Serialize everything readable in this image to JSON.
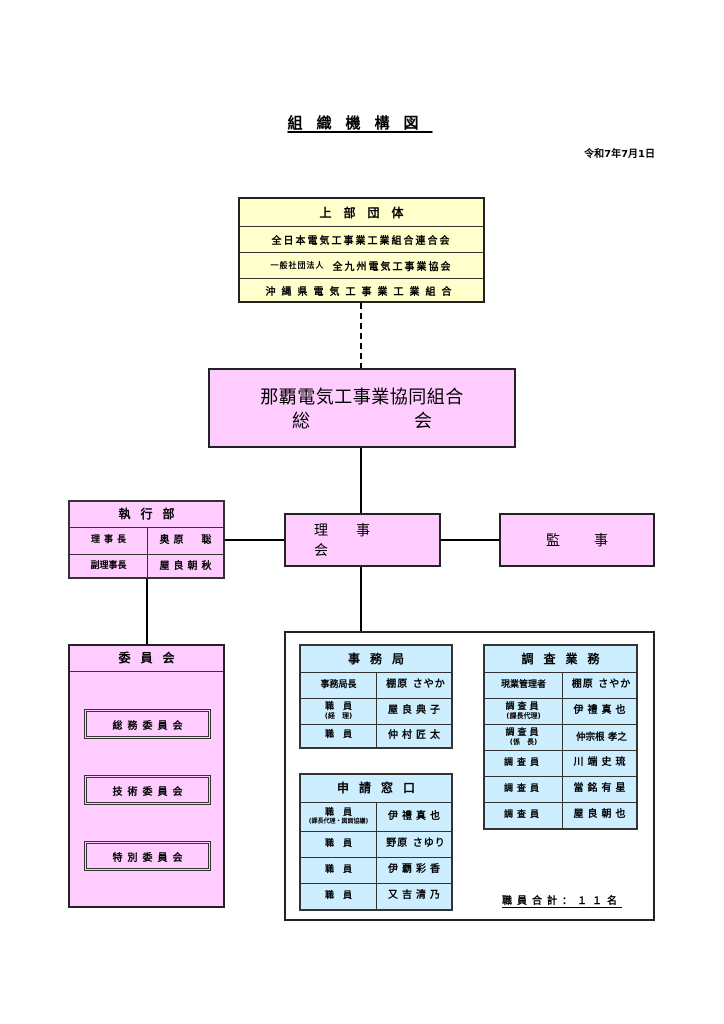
{
  "header": {
    "title": "組織機構図",
    "date": "令和7年7月1日"
  },
  "upper_org": {
    "header": "上部団体",
    "rows": [
      {
        "prefix": "",
        "name": "全日本電気工事業工業組合連合会"
      },
      {
        "prefix": "一般社団法人",
        "name": "全九州電気工事業協会"
      },
      {
        "prefix": "",
        "name": "沖縄県電気工事業工業組合"
      }
    ]
  },
  "general_assembly": {
    "line1": "那覇電気工事業協同組合",
    "line2_left": "総",
    "line2_right": "会"
  },
  "executive": {
    "header": "執行部",
    "rows": [
      {
        "role": "理事長",
        "name": "奥原　聡"
      },
      {
        "role": "副理事長",
        "name": "屋良朝秋"
      }
    ]
  },
  "board": {
    "label": "理事会"
  },
  "auditor": {
    "label": "監　事"
  },
  "committees": {
    "header": "委員会",
    "items": [
      "総務委員会",
      "技術委員会",
      "特別委員会"
    ]
  },
  "secretariat": {
    "header": "事務局",
    "rows": [
      {
        "role": "事務局長",
        "role_sub": "",
        "name": "棚原 さやか"
      },
      {
        "role": "職　員",
        "role_sub": "(経　理)",
        "name": "屋良典子"
      },
      {
        "role": "職　員",
        "role_sub": "",
        "name": "仲村匠太"
      }
    ]
  },
  "application_window": {
    "header": "申請窓口",
    "rows": [
      {
        "role": "職　員",
        "role_sub": "(課長代理・図面協議)",
        "name": "伊禮真也"
      },
      {
        "role": "職　員",
        "role_sub": "",
        "name": "野原 さゆり"
      },
      {
        "role": "職　員",
        "role_sub": "",
        "name": "伊覇彩香"
      },
      {
        "role": "職　員",
        "role_sub": "",
        "name": "又吉清乃"
      }
    ]
  },
  "inspection": {
    "header": "調査業務",
    "rows": [
      {
        "role": "現業管理者",
        "role_sub": "",
        "name": "棚原 さやか"
      },
      {
        "role": "調査員",
        "role_sub": "(課長代理)",
        "name": "伊禮真也"
      },
      {
        "role": "調査員",
        "role_sub": "(係　長)",
        "name": "仲宗根 孝之"
      },
      {
        "role": "調査員",
        "role_sub": "",
        "name": "川端史琉"
      },
      {
        "role": "調査員",
        "role_sub": "",
        "name": "當銘有星"
      },
      {
        "role": "調査員",
        "role_sub": "",
        "name": "屋良朝也"
      }
    ]
  },
  "staff_total": "職員合計：１１名",
  "colors": {
    "upper_bg": "#ffffcc",
    "pink_bg": "#ffccff",
    "blue_bg": "#cceeff"
  }
}
